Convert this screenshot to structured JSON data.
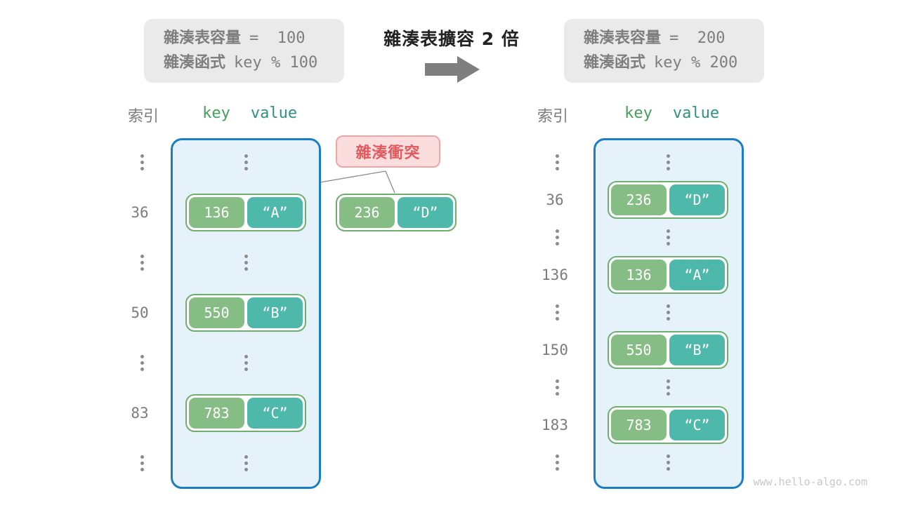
{
  "before_box": {
    "capacity_label": "雜湊表容量",
    "capacity_value": "=  100",
    "hash_label": "雜湊函式",
    "hash_value": "key % 100"
  },
  "transition": {
    "title": "雜湊表擴容 2 倍",
    "arrow_icon": "right-arrow"
  },
  "after_box": {
    "capacity_label": "雜湊表容量",
    "capacity_value": "=  200",
    "hash_label": "雜湊函式",
    "hash_value": "key % 200"
  },
  "collision_label": "雜湊衝突",
  "floating_pair": {
    "key": "236",
    "value": "“D”"
  },
  "left_table": {
    "index_header": "索引",
    "key_header": "key",
    "value_header": "value",
    "rows": [
      {
        "type": "dots"
      },
      {
        "type": "pair",
        "index": "36",
        "key": "136",
        "value": "“A”"
      },
      {
        "type": "dots"
      },
      {
        "type": "pair",
        "index": "50",
        "key": "550",
        "value": "“B”"
      },
      {
        "type": "dots"
      },
      {
        "type": "pair",
        "index": "83",
        "key": "783",
        "value": "“C”"
      },
      {
        "type": "dots"
      }
    ]
  },
  "right_table": {
    "index_header": "索引",
    "key_header": "key",
    "value_header": "value",
    "rows": [
      {
        "type": "dots"
      },
      {
        "type": "pair",
        "index": "36",
        "key": "236",
        "value": "“D”"
      },
      {
        "type": "dots"
      },
      {
        "type": "pair",
        "index": "136",
        "key": "136",
        "value": "“A”"
      },
      {
        "type": "dots"
      },
      {
        "type": "pair",
        "index": "150",
        "key": "550",
        "value": "“B”"
      },
      {
        "type": "dots"
      },
      {
        "type": "pair",
        "index": "183",
        "key": "783",
        "value": "“C”"
      },
      {
        "type": "dots"
      }
    ]
  },
  "watermark": "www.hello-algo.com",
  "colors": {
    "key_green": "#85BD85",
    "value_teal": "#4EB9AB",
    "pair_border_green": "#6FAE6F",
    "table_border_blue": "#1B7EC2",
    "table_fill_blue": "#E6F2FA",
    "collision_red": "#E05A5E",
    "collision_fill": "#FBDDDD",
    "collision_border": "#F2A3A3",
    "info_box_gray": "#EAEAEA",
    "gray_text": "#7E7E7E",
    "arrow_gray": "#7F7F7F",
    "header_key_green": "#44A05A",
    "header_value_teal": "#2F9180"
  }
}
